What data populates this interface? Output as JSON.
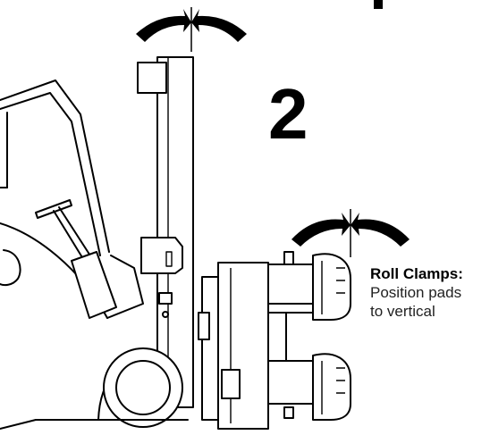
{
  "step": {
    "number": "2"
  },
  "callout": {
    "title": "Roll Clamps:",
    "line1": "Position pads",
    "line2": "to vertical"
  },
  "icons": {
    "mast_tilt_arrows": "curved-double-arrow",
    "clamp_rotate_arrows": "curved-double-arrow"
  },
  "colors": {
    "ink": "#000000",
    "background": "#ffffff"
  }
}
